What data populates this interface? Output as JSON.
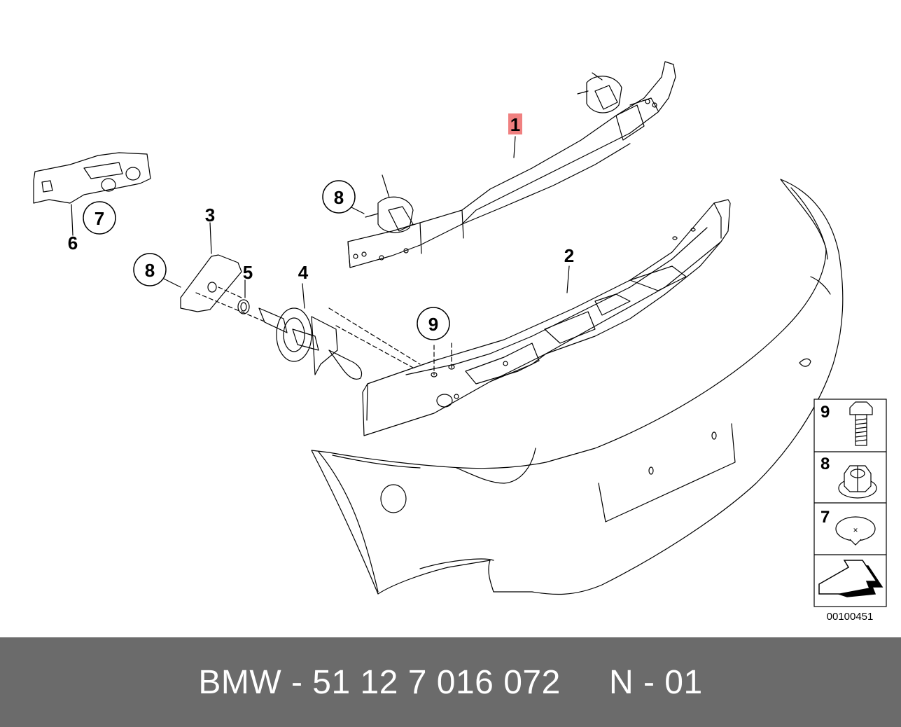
{
  "diagram": {
    "callouts": {
      "c1": "1",
      "c2": "2",
      "c3": "3",
      "c4": "4",
      "c5": "5",
      "c6": "6",
      "c7": "7",
      "c8a": "8",
      "c8b": "8",
      "c9": "9"
    },
    "legend": {
      "item9": "9",
      "item8": "8",
      "item7": "7"
    },
    "doc_number": "00100451",
    "highlight_color": "#f08080"
  },
  "footer": {
    "text": "BMW - 51 12 7 016 072     N - 01",
    "background": "#6b6b6b"
  }
}
